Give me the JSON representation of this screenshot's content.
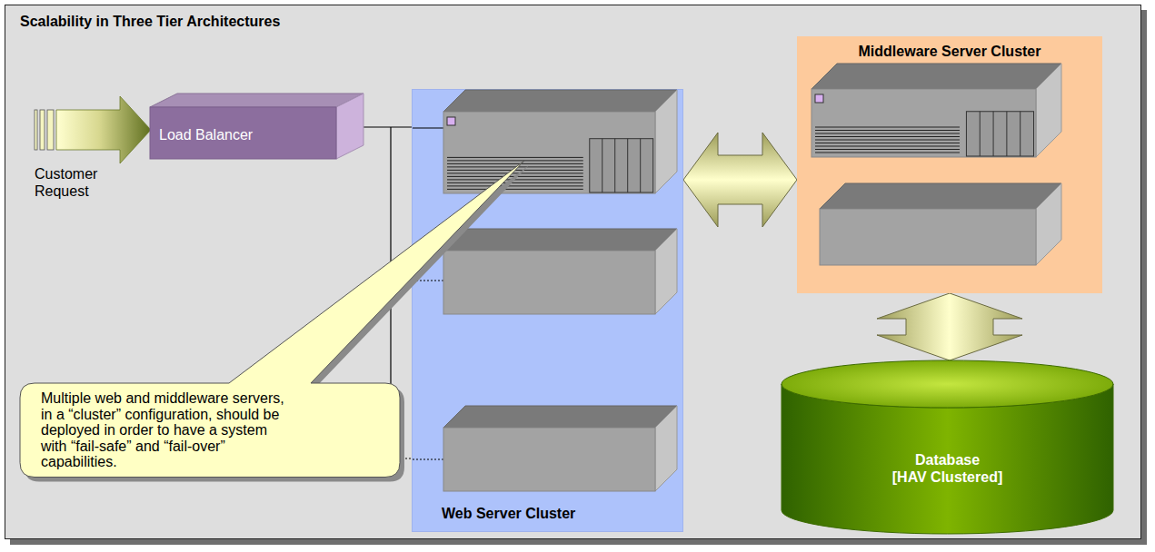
{
  "diagram": {
    "title": "Scalability in Three Tier Architectures",
    "nodes": [
      {
        "text": [
          "Load Balancer"
        ]
      },
      {
        "text": [
          "Web Server Cluster"
        ]
      },
      {
        "text": [
          "Middleware Server Cluster"
        ]
      },
      {
        "text": [
          "Database",
          "[HAV Clustered]"
        ]
      },
      {
        "text": [
          "Multiple web and middleware servers, in a “cluster” configuration, should be deployed in order to have a system with “fail-safe” and “fail-over” capabilities."
        ]
      }
    ],
    "edges": [
      {
        "from": 0,
        "to": 1,
        "arrow": "none"
      },
      {
        "from": 1,
        "to": 2,
        "arrow": "both"
      },
      {
        "from": 2,
        "to": 3,
        "arrow": "both"
      }
    ],
    "labels": [
      "Customer Request"
    ]
  }
}
